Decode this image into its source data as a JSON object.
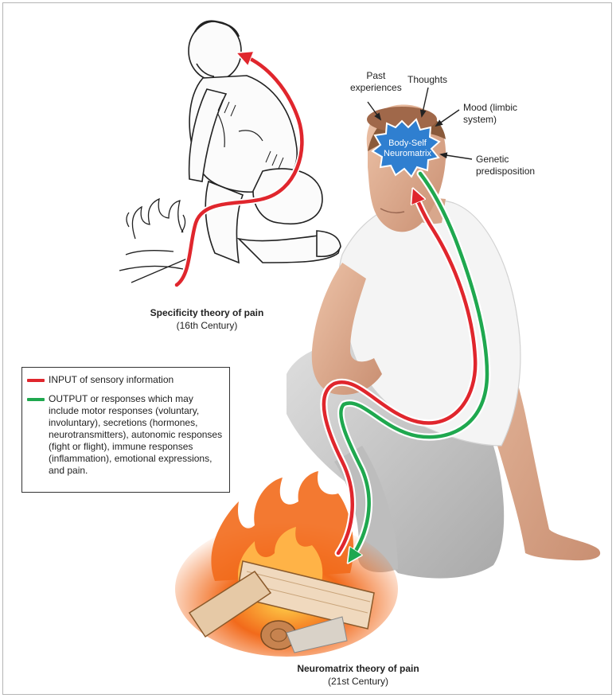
{
  "specificity": {
    "title": "Specificity theory of pain",
    "subtitle": "(16th Century)"
  },
  "neuromatrix": {
    "title": "Neuromatrix theory of pain",
    "subtitle": "(21st Century)",
    "center_label_line1": "Body-Self",
    "center_label_line2": "Neuromatrix"
  },
  "influences": {
    "past_line1": "Past",
    "past_line2": "experiences",
    "thoughts": "Thoughts",
    "mood_line1": "Mood (limbic",
    "mood_line2": "system)",
    "genetic_line1": "Genetic",
    "genetic_line2": "predisposition"
  },
  "legend": {
    "input_text": "INPUT of sensory information",
    "output_text": "OUTPUT or responses which may include motor responses (voluntary, involuntary), secretions (hormones, neurotransmitters), autonomic responses (fight or flight), immune responses (inflammation), emotional expressions, and pain.",
    "input_color": "#e0262d",
    "output_color": "#1fa84f"
  },
  "colors": {
    "input": "#e0262d",
    "output": "#1fa84f",
    "neuromatrix": "#2f7fd0",
    "skin": "#e2b49b",
    "shirt": "#f4f4f4",
    "pants": "#c9c9c9",
    "fire": "#f26a1b"
  }
}
